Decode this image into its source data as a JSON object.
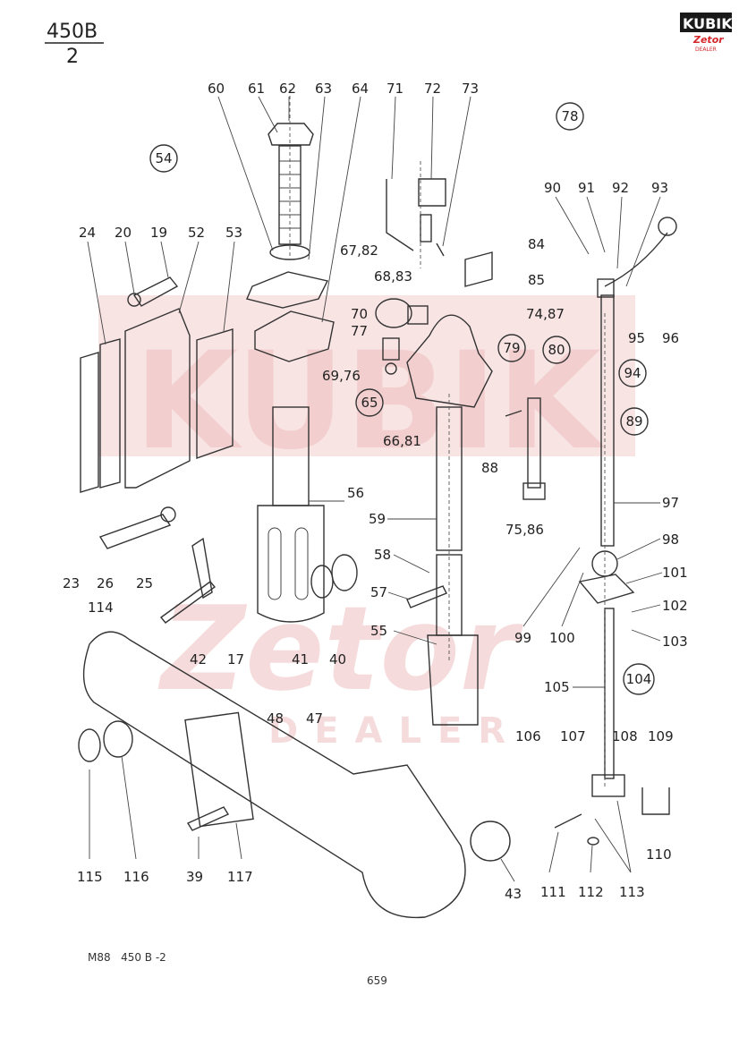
{
  "sheet": {
    "code_top": "450B",
    "code_bottom": "2",
    "footer_ref": "M88   450 B -2",
    "page_number": "659"
  },
  "logo": {
    "brand": "KUBIK",
    "sub": "Zetor",
    "dealer": "DEALER",
    "colors": {
      "brand_red": "#d3272b",
      "dark": "#1a1a1a"
    }
  },
  "watermark": {
    "brand": "KUBIK",
    "sub": "Zetor",
    "dealer": "DEALER"
  },
  "labels": {
    "l60": "60",
    "l61": "61",
    "l62": "62",
    "l63": "63",
    "l64": "64",
    "l71": "71",
    "l72": "72",
    "l73": "73",
    "l90": "90",
    "l91": "91",
    "l92": "92",
    "l93": "93",
    "l24": "24",
    "l20": "20",
    "l19": "19",
    "l52": "52",
    "l53": "53",
    "l6782": "67,82",
    "l6883": "68,83",
    "l84": "84",
    "l85": "85",
    "l7487": "74,87",
    "l70": "70",
    "l77": "77",
    "l6976": "69,76",
    "l6681": "66,81",
    "l88": "88",
    "l56": "56",
    "l59": "59",
    "l58": "58",
    "l57": "57",
    "l55": "55",
    "l7586": "75,86",
    "l95": "95",
    "l96": "96",
    "l97": "97",
    "l98": "98",
    "l101": "101",
    "l102": "102",
    "l103": "103",
    "l99": "99",
    "l100": "100",
    "l105": "105",
    "l106": "106",
    "l107": "107",
    "l108": "108",
    "l109": "109",
    "l110": "110",
    "l111": "111",
    "l112": "112",
    "l113": "113",
    "l23": "23",
    "l26": "26",
    "l25": "25",
    "l42": "42",
    "l17": "17",
    "l41": "41",
    "l40": "40",
    "l114": "114",
    "l48": "48",
    "l47": "47",
    "l115": "115",
    "l116": "116",
    "l39": "39",
    "l117": "117",
    "l43": "43"
  },
  "callouts": {
    "c54": "54",
    "c65": "65",
    "c78": "78",
    "c79": "79",
    "c80": "80",
    "c94": "94",
    "c89": "89",
    "c104": "104"
  }
}
